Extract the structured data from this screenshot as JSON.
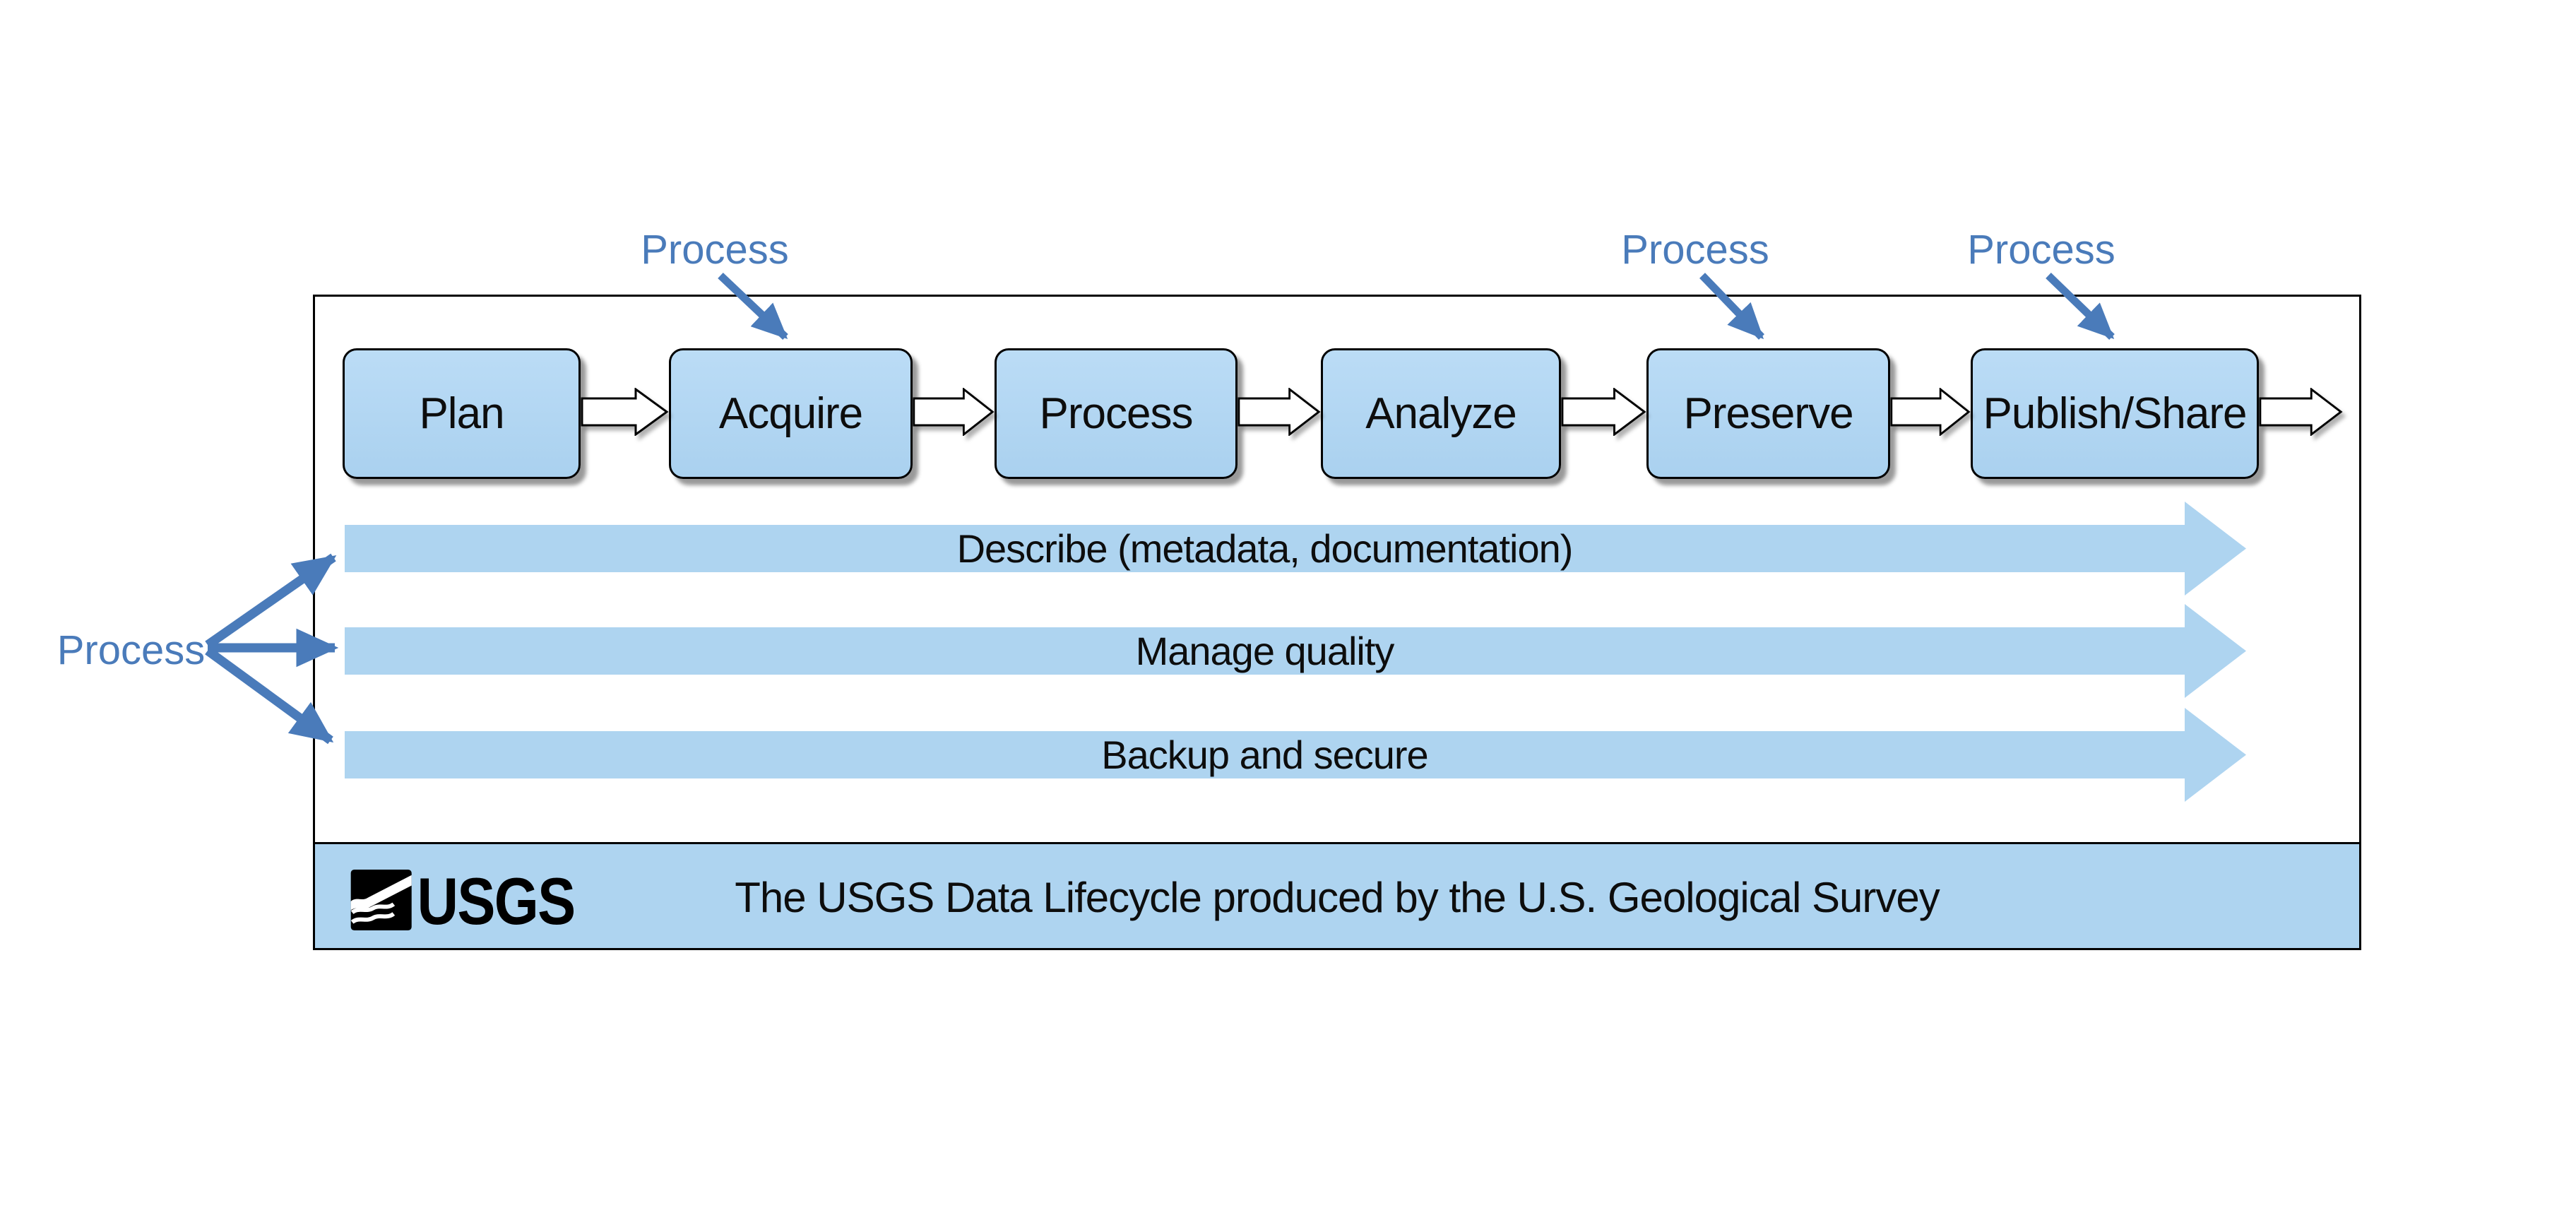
{
  "diagram": {
    "subject": "USGS Data Lifecycle"
  },
  "lifecycle_steps": [
    {
      "label": "Plan"
    },
    {
      "label": "Acquire"
    },
    {
      "label": "Process"
    },
    {
      "label": "Analyze"
    },
    {
      "label": "Preserve"
    },
    {
      "label": "Publish/Share"
    }
  ],
  "cross_cutting_activities": [
    {
      "label": "Describe (metadata, documentation)"
    },
    {
      "label": "Manage quality"
    },
    {
      "label": "Backup and secure"
    }
  ],
  "annotations": {
    "top_callouts": [
      {
        "label": "Process",
        "points_to": "Acquire"
      },
      {
        "label": "Process",
        "points_to": "Preserve"
      },
      {
        "label": "Process",
        "points_to": "Publish/Share"
      }
    ],
    "left_callout": {
      "label": "Process",
      "points_to": "cross-cutting arrows"
    }
  },
  "footer": {
    "logo_text": "USGS",
    "caption": "The USGS Data Lifecycle produced by the U.S. Geological Survey"
  },
  "colors": {
    "light_blue": "#AED4F0",
    "box_fill_top": "#BBDCF6",
    "box_fill_bottom": "#AAD1EF",
    "callout_blue": "#4A7BBA",
    "outline": "#000000"
  }
}
